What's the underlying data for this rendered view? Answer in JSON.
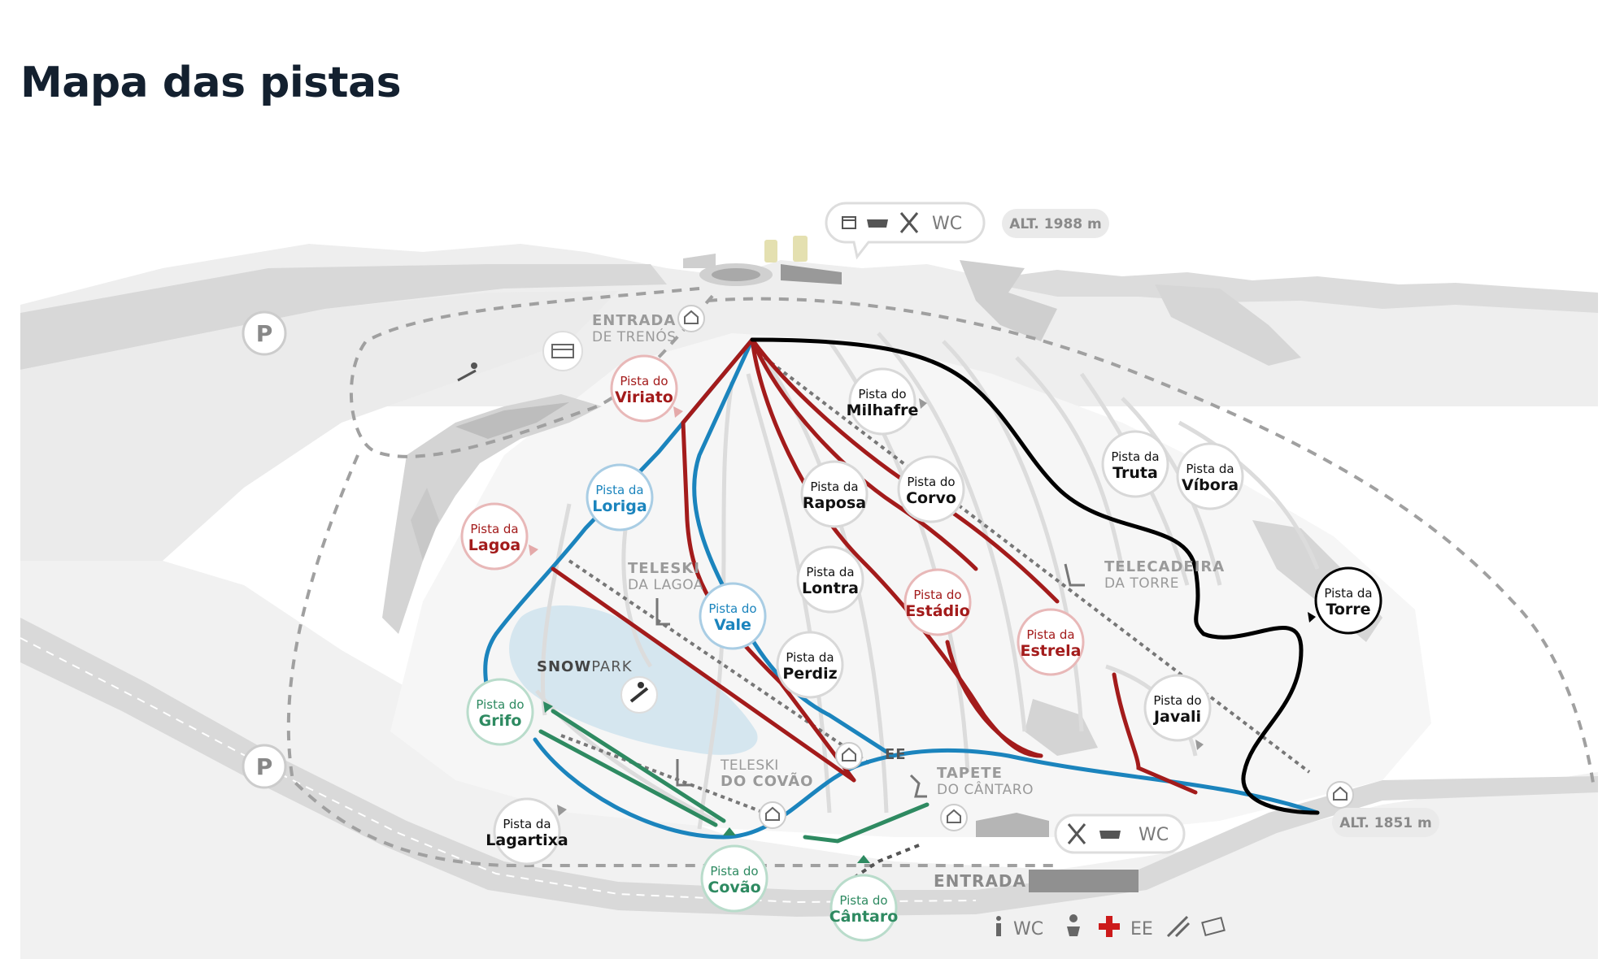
{
  "title": "Mapa das pistas",
  "colors": {
    "red": "#a31b1b",
    "blue": "#1b84bd",
    "green": "#2e8a61",
    "black": "#000000",
    "terrain": "#e3e3e3",
    "terrain_dark": "#bdbdbd",
    "lake": "#d5e6ef",
    "route_gray": "#dddddd",
    "dashed": "#9a9a9a"
  },
  "altitudes": {
    "top": "ALT. 1988 m",
    "bottom": "ALT. 1851 m"
  },
  "parking": [
    "P",
    "P"
  ],
  "areas": {
    "entrada_trenos": {
      "bold": "ENTRADA",
      "light": "DE TRENÓS"
    },
    "teleski_lagoa": {
      "bold": "TELESKI",
      "light": "DA LAGOA"
    },
    "telecadeira_torre": {
      "bold": "TELECADEIRA",
      "light": "DA TORRE"
    },
    "snowpark": {
      "bold": "SNOW",
      "light": "PARK"
    },
    "teleski_covao": {
      "light": "TELESKI",
      "bold": "DO COVÃO"
    },
    "tapete_cantaro": {
      "bold": "TAPETE",
      "light": "DO CÂNTARO"
    },
    "entrada": "ENTRADA",
    "ee": "EE"
  },
  "services": {
    "top": {
      "icons": [
        "gift-icon",
        "coffee-icon",
        "cutlery-icon"
      ],
      "wc": "WC"
    },
    "bottom_right": {
      "icons": [
        "cutlery-icon",
        "coffee-icon"
      ],
      "wc": "WC"
    },
    "legend": {
      "icons": [
        "info-icon",
        "baby-icon",
        "first-aid-icon",
        "ski-icon",
        "ticket-icon"
      ],
      "wc": "WC",
      "ee": "EE"
    }
  },
  "slopes": [
    {
      "id": "viriato",
      "prefix": "Pista do",
      "name": "Viriato",
      "difficulty": "red"
    },
    {
      "id": "milhafre",
      "prefix": "Pista do",
      "name": "Milhafre",
      "difficulty": "black"
    },
    {
      "id": "loriga",
      "prefix": "Pista da",
      "name": "Loriga",
      "difficulty": "blue"
    },
    {
      "id": "raposa",
      "prefix": "Pista da",
      "name": "Raposa",
      "difficulty": "black"
    },
    {
      "id": "corvo",
      "prefix": "Pista do",
      "name": "Corvo",
      "difficulty": "black"
    },
    {
      "id": "truta",
      "prefix": "Pista da",
      "name": "Truta",
      "difficulty": "black"
    },
    {
      "id": "vibora",
      "prefix": "Pista da",
      "name": "Víbora",
      "difficulty": "black"
    },
    {
      "id": "lagoa",
      "prefix": "Pista da",
      "name": "Lagoa",
      "difficulty": "red"
    },
    {
      "id": "lontra",
      "prefix": "Pista da",
      "name": "Lontra",
      "difficulty": "black"
    },
    {
      "id": "estadio",
      "prefix": "Pista do",
      "name": "Estádio",
      "difficulty": "red"
    },
    {
      "id": "vale",
      "prefix": "Pista do",
      "name": "Vale",
      "difficulty": "blue"
    },
    {
      "id": "torre",
      "prefix": "Pista da",
      "name": "Torre",
      "difficulty": "black"
    },
    {
      "id": "estrela",
      "prefix": "Pista da",
      "name": "Estrela",
      "difficulty": "red"
    },
    {
      "id": "perdiz",
      "prefix": "Pista da",
      "name": "Perdiz",
      "difficulty": "black"
    },
    {
      "id": "grifo",
      "prefix": "Pista do",
      "name": "Grifo",
      "difficulty": "green"
    },
    {
      "id": "javali",
      "prefix": "Pista do",
      "name": "Javali",
      "difficulty": "black"
    },
    {
      "id": "lagartixa",
      "prefix": "Pista da",
      "name": "Lagartixa",
      "difficulty": "black"
    },
    {
      "id": "covao",
      "prefix": "Pista do",
      "name": "Covão",
      "difficulty": "green"
    },
    {
      "id": "cantaro",
      "prefix": "Pista do",
      "name": "Cântaro",
      "difficulty": "green"
    }
  ]
}
